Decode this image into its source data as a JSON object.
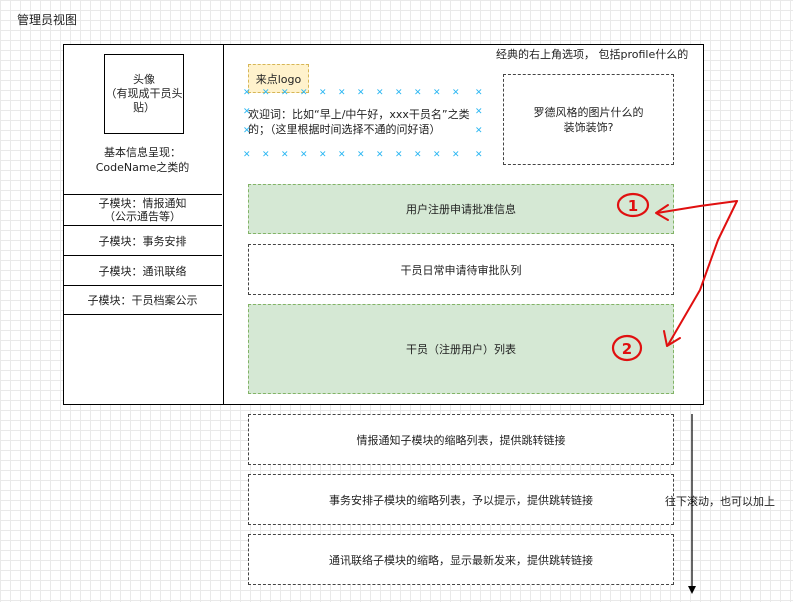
{
  "title": "管理员视图",
  "sidebar": {
    "avatar": "头像\n（有现成干员头贴）",
    "basic_info": "基本信息呈现：\nCodeName之类的",
    "items": [
      {
        "label": "子模块：情报通知\n（公示通告等）"
      },
      {
        "label": "子模块：事务安排"
      },
      {
        "label": "子模块：通讯联络"
      },
      {
        "label": "子模块：干员档案公示"
      }
    ]
  },
  "header": {
    "top_right_note": "经典的右上角选项， 包括profile什么的",
    "logo": "来点logo",
    "welcome": "欢迎词：比如“早上/中午好，xxx干员名”之类的；（这里根据时间选择不通的问好语）",
    "decor": "罗德风格的图片什么的\n装饰装饰?"
  },
  "main": {
    "box_registration": "用户注册申请批准信息",
    "box_daily_queue": "干员日常申请待审批队列",
    "box_operator_list": "干员（注册用户）列表"
  },
  "annotations": {
    "mark_1": "1",
    "mark_2": "2",
    "scroll_note": "往下滚动，也可以加上"
  },
  "below": {
    "box_intel": "情报通知子模块的缩略列表，提供跳转链接",
    "box_affairs": "事务安排子模块的缩略列表，予以提示，提供跳转链接",
    "box_comms": "通讯联络子模块的缩略，显示最新发来，提供跳转链接"
  },
  "colors": {
    "green_fill": "#d5e8d4",
    "orange_fill": "#fff2cc",
    "annotation_red": "#e01010",
    "selection_blue": "#29b6f2"
  }
}
